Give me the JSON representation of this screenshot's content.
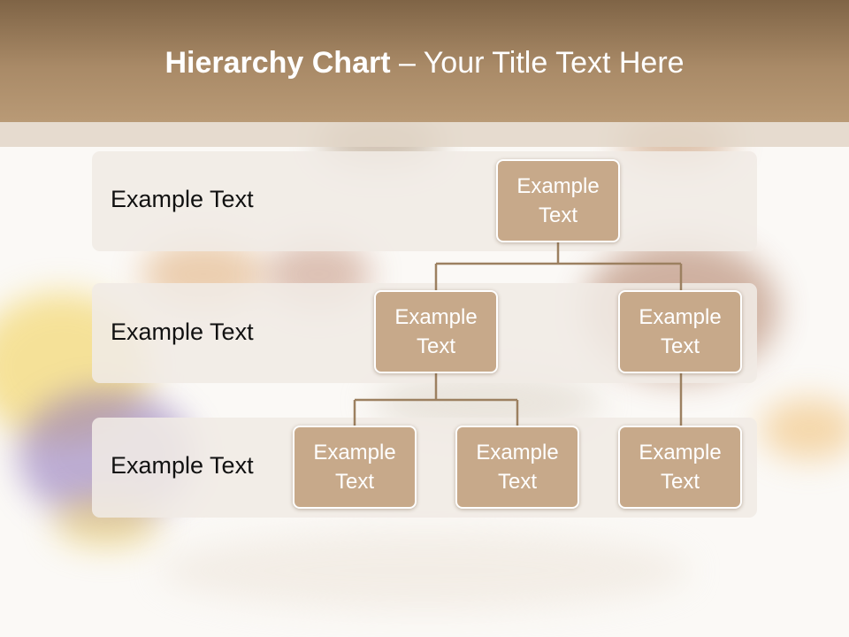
{
  "title": {
    "bold": "Hierarchy Chart",
    "rest": " – Your Title Text Here"
  },
  "rows": [
    {
      "label": "Example Text"
    },
    {
      "label": "Example Text"
    },
    {
      "label": "Example Text"
    }
  ],
  "nodes": {
    "root": "Example Text",
    "level2_left": "Example Text",
    "level2_right": "Example Text",
    "level3_a": "Example Text",
    "level3_b": "Example Text",
    "level3_c": "Example Text"
  },
  "colors": {
    "title_bar": "#a98a67",
    "node_fill": "#c7a98a",
    "node_border": "#ffffff",
    "connector": "#9c8060",
    "band": "#f0ebe5"
  }
}
